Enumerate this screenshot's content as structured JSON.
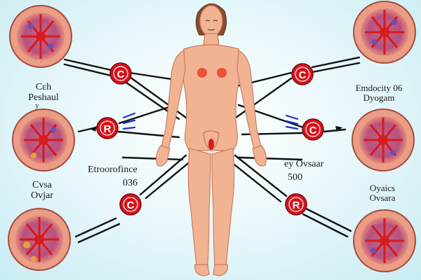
{
  "labels": {
    "top_left_line1": "Cεh",
    "top_left_line2": "Peshaul",
    "top_left_mark": "y",
    "top_right_line1": "Emdocity 06",
    "top_right_line2": "Dyogam",
    "mid_left_line1": "Etroorofince",
    "mid_left_line2": "036",
    "mid_right_line1": "ey Ovsaar",
    "mid_right_line2": "500",
    "bottom_left_line1": "Cvsa",
    "bottom_left_line2": "Ovjar",
    "bottom_right_line1": "Oyaics",
    "bottom_right_line2": "Ovsara"
  },
  "badges": {
    "top_left": "C",
    "top_right": "C",
    "mid_left": "R",
    "mid_right": "C",
    "bottom_left": "C",
    "bottom_right": "R"
  },
  "colors": {
    "badge_fill": "#d8121a",
    "skin": "#f2b392",
    "organ_outer": "#e89a86",
    "organ_inner": "#b95a86",
    "accent_red": "#d81b1b",
    "background": "#d4f0f6"
  }
}
